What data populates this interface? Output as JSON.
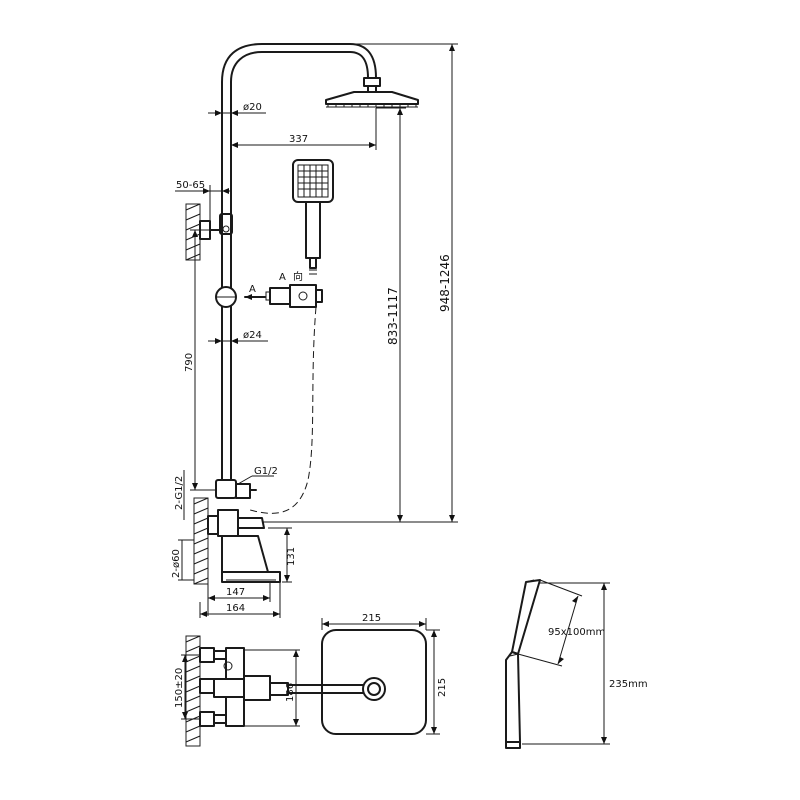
{
  "dimensions": {
    "head_pipe_dia": "ø20",
    "arm_length": "337",
    "wall_offset": "50-65",
    "pipe_dia": "ø24",
    "riser_height": "790",
    "inlet_thread": "2-G1/2",
    "hose_thread": "G1/2",
    "flange_dia": "2-ø60",
    "mixer_height": "131",
    "mixer_depth_a": "147",
    "mixer_depth_b": "164",
    "head_height": "833-1117",
    "total_height": "948-1246",
    "center_spacing": "150±20",
    "mixer_width": "186",
    "head_width": "215",
    "head_depth": "215",
    "handheld_face": "95x100mm",
    "handheld_length": "235mm"
  },
  "labels": {
    "view_a": "A",
    "view_a_dir": "A",
    "view_a_cn": "向"
  }
}
